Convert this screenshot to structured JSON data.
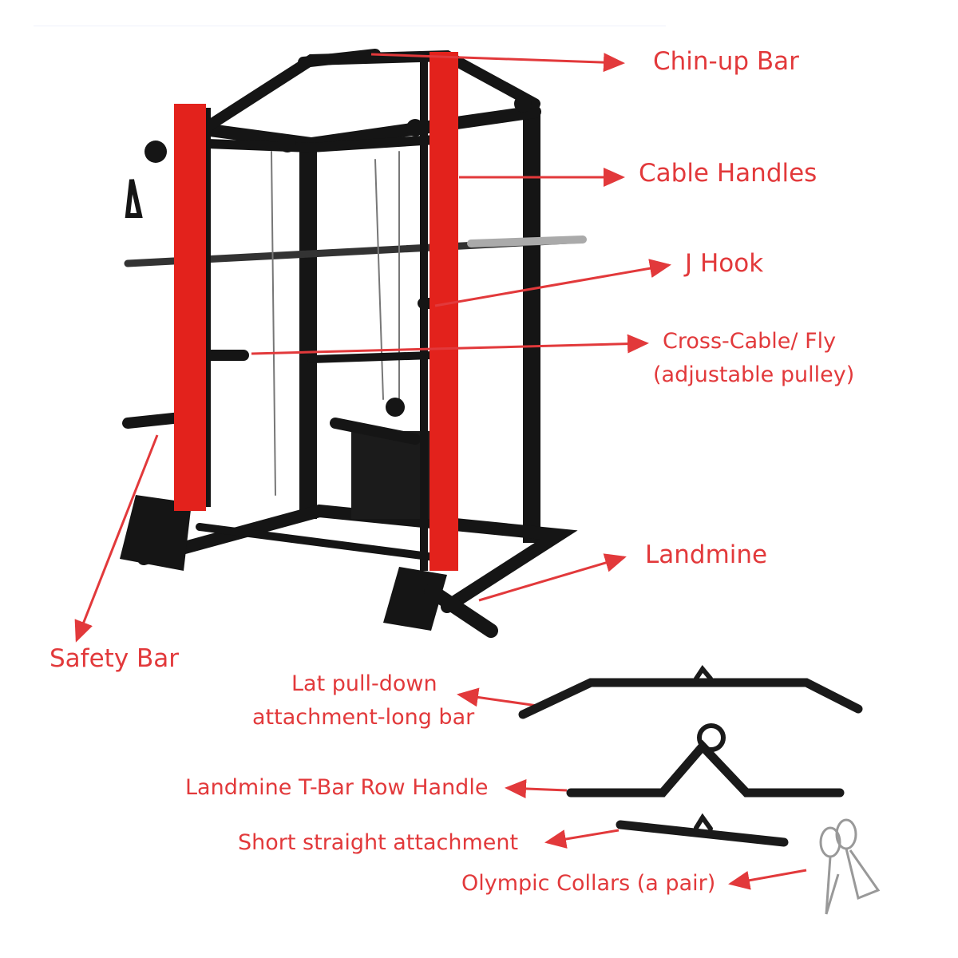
{
  "colors": {
    "label": "#e2393b",
    "frame": "#151515",
    "upright": "#e3221c"
  },
  "labels": {
    "chin_up_bar": "Chin-up Bar",
    "cable_handles": "Cable Handles",
    "j_hook": "J Hook",
    "cross_cable_line1": "Cross-Cable/ Fly",
    "cross_cable_line2": "(adjustable pulley)",
    "landmine": "Landmine",
    "safety_bar": "Safety Bar",
    "lat_pulldown_line1": "Lat pull-down",
    "lat_pulldown_line2": "attachment-long bar",
    "tbar_handle": "Landmine T-Bar Row Handle",
    "short_straight": "Short straight attachment",
    "olympic_collars": "Olympic Collars (a pair)"
  }
}
